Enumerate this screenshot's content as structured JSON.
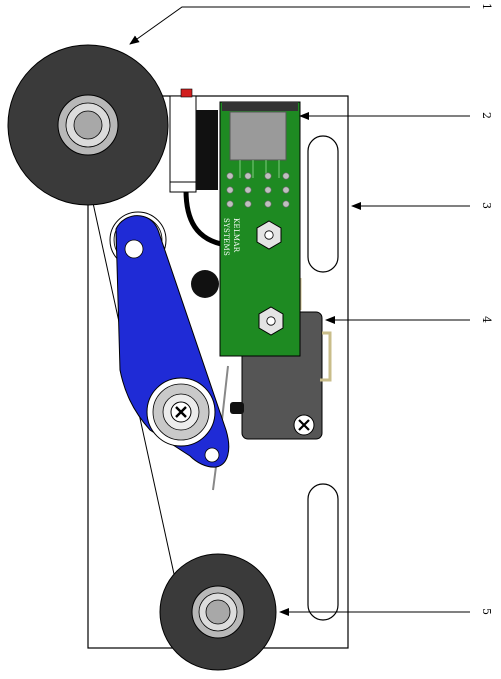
{
  "diagram": {
    "callouts": [
      {
        "id": "1",
        "label": "1"
      },
      {
        "id": "2",
        "label": "2"
      },
      {
        "id": "3",
        "label": "3"
      },
      {
        "id": "4",
        "label": "4"
      },
      {
        "id": "5",
        "label": "5"
      }
    ],
    "pcb_text": {
      "line1": "KELMAR",
      "line2": "SYSTEMS"
    },
    "colors": {
      "plate": "#ffffff",
      "outline": "#000000",
      "wheel_tire": "#3a3a3a",
      "wheel_hub": "#c8c8c8",
      "arm_blue": "#1f2bd6",
      "pcb_green": "#1e8a22",
      "switch_gray": "#555555",
      "connector": "#d11f1f"
    },
    "icons": {
      "screw": "cross-screw-icon",
      "hex_nut": "hex-nut-icon",
      "arrow": "arrow-icon"
    }
  }
}
